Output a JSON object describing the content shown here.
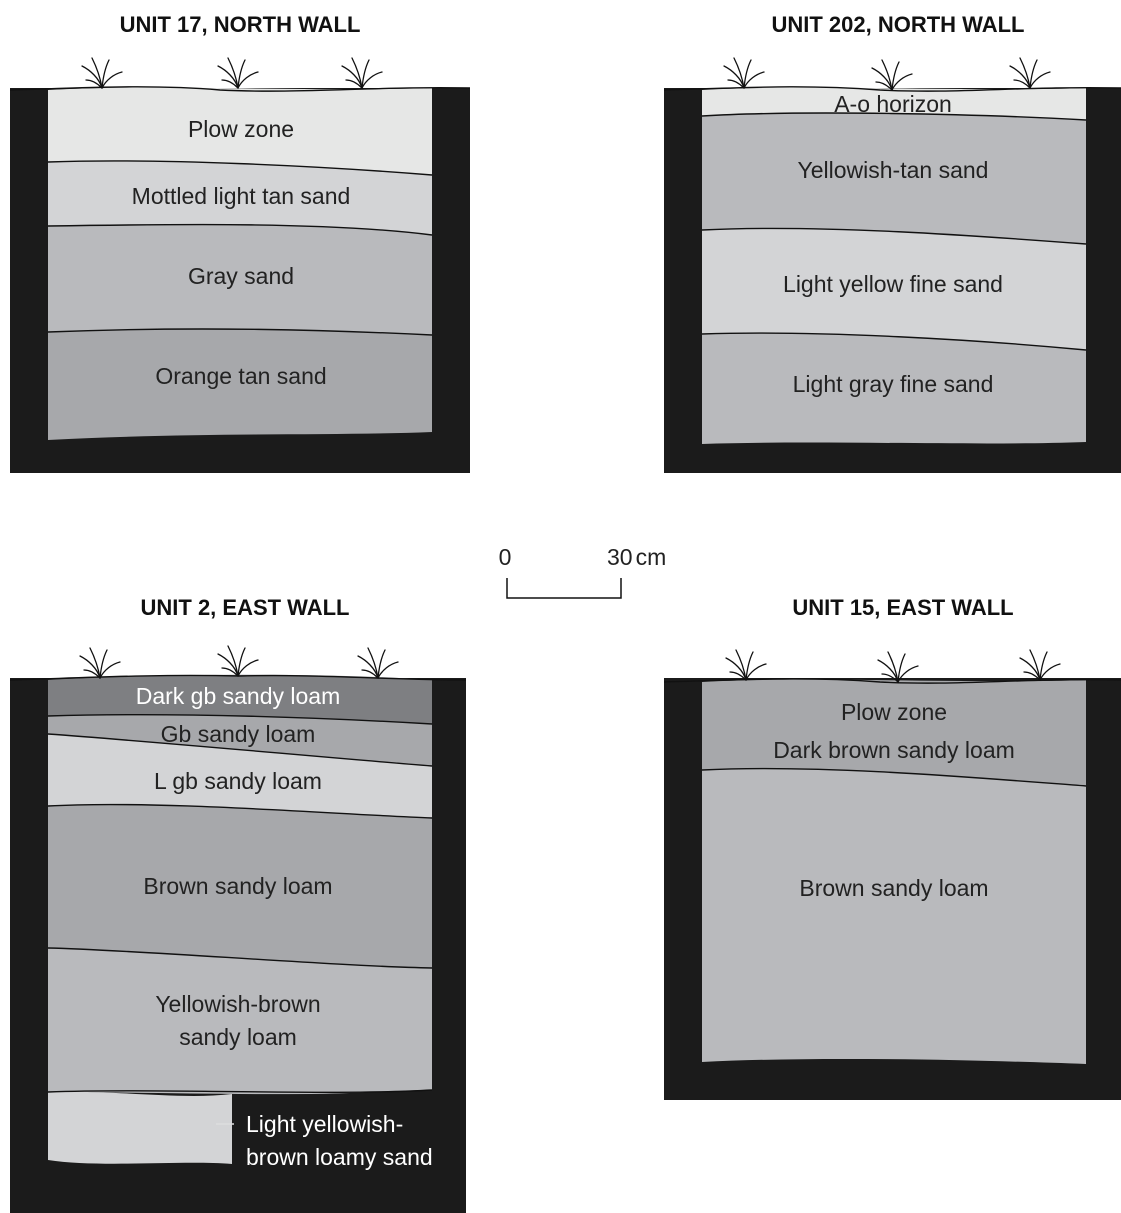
{
  "colors": {
    "wall": "#1b1b1b",
    "plow_zone": "#e6e7e6",
    "light_layer": "#d3d4d6",
    "mid_layer": "#b9babd",
    "dark_layer": "#a7a8ab",
    "darkest_layer": "#7e7f82"
  },
  "icons": [
    "grass-tuft-icon"
  ],
  "profiles": {
    "unit17": {
      "title": "UNIT 17, NORTH WALL",
      "layers": [
        "Plow zone",
        "Mottled light tan sand",
        "Gray sand",
        "Orange tan sand"
      ]
    },
    "unit202": {
      "title": "UNIT 202, NORTH WALL",
      "layers": [
        "A-o horizon",
        "Yellowish-tan sand",
        "Light yellow fine sand",
        "Light gray fine sand"
      ]
    },
    "unit2": {
      "title": "UNIT 2, EAST WALL",
      "layers": [
        "Dark gb sandy loam",
        "Gb sandy loam",
        "L gb sandy loam",
        "Brown sandy loam",
        "Yellowish-brown",
        "sandy loam",
        "Light yellowish-",
        "brown loamy sand"
      ]
    },
    "unit15": {
      "title": "UNIT 15, EAST WALL",
      "layers": [
        "Plow zone",
        "Dark brown sandy loam",
        "Brown sandy loam"
      ]
    }
  },
  "scale_bar": {
    "start": "0",
    "end": "30",
    "unit": "cm"
  }
}
